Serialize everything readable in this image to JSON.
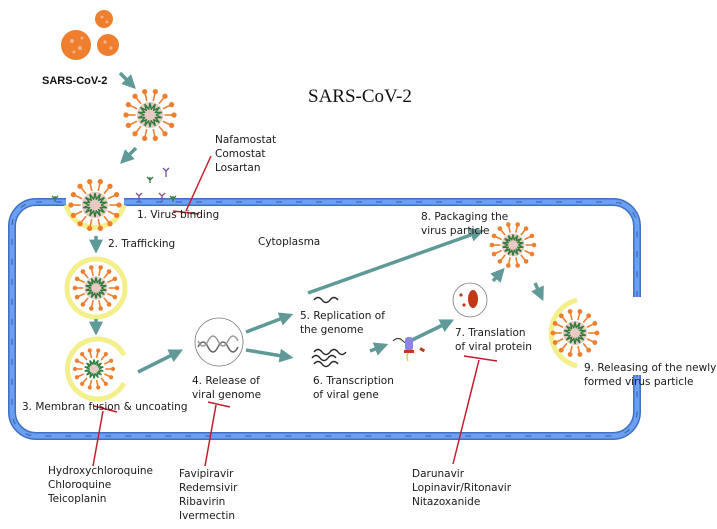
{
  "title": "SARS-CoV-2",
  "virus_label": "SARS-CoV-2",
  "compartment_label": "Cytoplasma",
  "colors": {
    "membrane": "#5b8fe0",
    "membrane_dark": "#3f70c4",
    "arrow": "#5f9a98",
    "inhibitor": "#c0202a",
    "vesicle": "#f3ef8a",
    "spike": "#ef7e2e",
    "virus_core": "#e9c9c4",
    "rna": "#2e7d3c"
  },
  "steps": [
    {
      "id": "1",
      "lines": [
        "1. Virus binding"
      ]
    },
    {
      "id": "2",
      "lines": [
        "2. Trafficking"
      ]
    },
    {
      "id": "3",
      "lines": [
        "3. Membran fusion & uncoating"
      ]
    },
    {
      "id": "4",
      "lines": [
        "4. Release of",
        "viral genome"
      ]
    },
    {
      "id": "5",
      "lines": [
        "5. Replication of",
        "the genome"
      ]
    },
    {
      "id": "6",
      "lines": [
        "6. Transcription",
        "of viral gene"
      ]
    },
    {
      "id": "7",
      "lines": [
        "7. Translation",
        "of viral protein"
      ]
    },
    {
      "id": "8",
      "lines": [
        "8. Packaging the",
        "virus particle"
      ]
    },
    {
      "id": "9",
      "lines": [
        "9. Releasing of the newly",
        "formed virus particle"
      ]
    }
  ],
  "drug_groups": [
    {
      "target": "1. Virus binding",
      "drugs": [
        "Nafamostat",
        "Comostat",
        "Losartan"
      ]
    },
    {
      "target": "3. Membran fusion & uncoating",
      "drugs": [
        "Hydroxychloroquine",
        "Chloroquine",
        "Teicoplanin"
      ]
    },
    {
      "target": "4. Release of viral genome",
      "drugs": [
        "Favipiravir",
        "Redemsivir",
        "Ribavirin",
        "Ivermectin"
      ]
    },
    {
      "target": "7. Translation of viral protein",
      "drugs": [
        "Darunavir",
        "Lopinavir/Ritonavir",
        "Nitazoxanide"
      ]
    }
  ]
}
